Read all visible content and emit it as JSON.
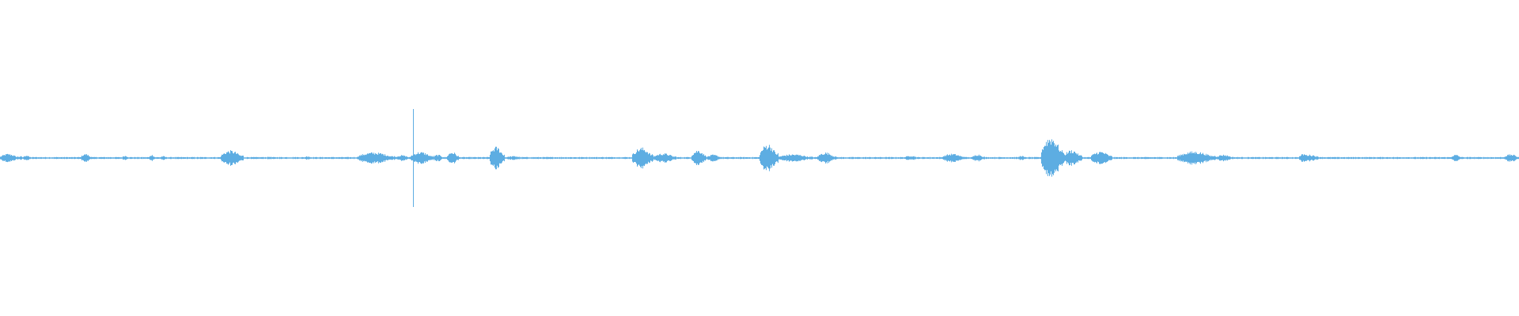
{
  "waveform": {
    "color": "#5dade2",
    "background": "#ffffff",
    "channels": 1,
    "baseline_amplitude": 0.02,
    "segments": [
      {
        "start": 0.0,
        "end": 0.012,
        "amplitude": 0.09
      },
      {
        "start": 0.012,
        "end": 0.015,
        "amplitude": 0.04
      },
      {
        "start": 0.015,
        "end": 0.02,
        "amplitude": 0.06
      },
      {
        "start": 0.053,
        "end": 0.06,
        "amplitude": 0.09
      },
      {
        "start": 0.08,
        "end": 0.085,
        "amplitude": 0.05
      },
      {
        "start": 0.098,
        "end": 0.102,
        "amplitude": 0.07
      },
      {
        "start": 0.105,
        "end": 0.11,
        "amplitude": 0.04
      },
      {
        "start": 0.145,
        "end": 0.16,
        "amplitude": 0.16
      },
      {
        "start": 0.175,
        "end": 0.18,
        "amplitude": 0.03
      },
      {
        "start": 0.2,
        "end": 0.205,
        "amplitude": 0.04
      },
      {
        "start": 0.235,
        "end": 0.26,
        "amplitude": 0.12
      },
      {
        "start": 0.26,
        "end": 0.27,
        "amplitude": 0.06
      },
      {
        "start": 0.27,
        "end": 0.285,
        "amplitude": 0.13
      },
      {
        "start": 0.285,
        "end": 0.292,
        "amplitude": 0.07
      },
      {
        "start": 0.294,
        "end": 0.302,
        "amplitude": 0.13
      },
      {
        "start": 0.322,
        "end": 0.332,
        "amplitude": 0.24
      },
      {
        "start": 0.332,
        "end": 0.345,
        "amplitude": 0.04
      },
      {
        "start": 0.416,
        "end": 0.43,
        "amplitude": 0.22
      },
      {
        "start": 0.43,
        "end": 0.445,
        "amplitude": 0.1
      },
      {
        "start": 0.455,
        "end": 0.465,
        "amplitude": 0.17
      },
      {
        "start": 0.465,
        "end": 0.475,
        "amplitude": 0.07
      },
      {
        "start": 0.5,
        "end": 0.512,
        "amplitude": 0.3
      },
      {
        "start": 0.512,
        "end": 0.535,
        "amplitude": 0.08
      },
      {
        "start": 0.538,
        "end": 0.55,
        "amplitude": 0.12
      },
      {
        "start": 0.595,
        "end": 0.605,
        "amplitude": 0.05
      },
      {
        "start": 0.62,
        "end": 0.635,
        "amplitude": 0.09
      },
      {
        "start": 0.64,
        "end": 0.648,
        "amplitude": 0.08
      },
      {
        "start": 0.67,
        "end": 0.675,
        "amplitude": 0.05
      },
      {
        "start": 0.685,
        "end": 0.7,
        "amplitude": 0.46
      },
      {
        "start": 0.7,
        "end": 0.712,
        "amplitude": 0.17
      },
      {
        "start": 0.718,
        "end": 0.732,
        "amplitude": 0.14
      },
      {
        "start": 0.775,
        "end": 0.8,
        "amplitude": 0.14
      },
      {
        "start": 0.8,
        "end": 0.812,
        "amplitude": 0.07
      },
      {
        "start": 0.855,
        "end": 0.862,
        "amplitude": 0.09
      },
      {
        "start": 0.855,
        "end": 0.87,
        "amplitude": 0.07
      },
      {
        "start": 0.955,
        "end": 0.962,
        "amplitude": 0.07
      },
      {
        "start": 0.99,
        "end": 1.0,
        "amplitude": 0.08
      }
    ],
    "spikes": [
      {
        "position": 0.272,
        "amplitude": 1.0
      }
    ]
  }
}
